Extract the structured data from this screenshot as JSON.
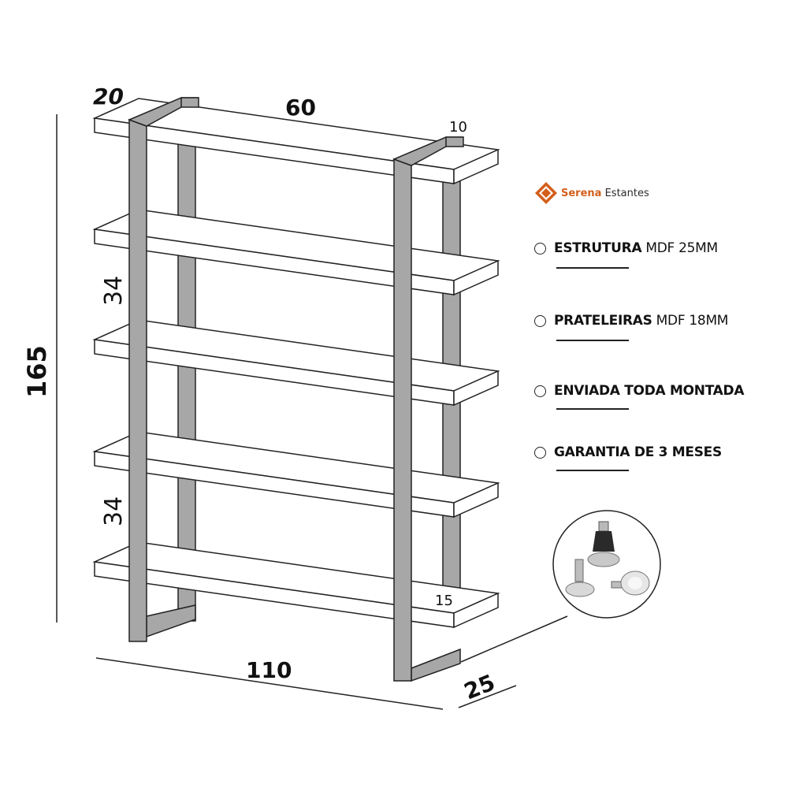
{
  "dimensions": {
    "depth_top": "20",
    "width_top": "60",
    "upright_top": "10",
    "height_total": "165",
    "shelf_gap_upper": "34",
    "shelf_gap_lower": "34",
    "bottom_shelf_detail": "15",
    "width_bottom": "110",
    "depth_bottom": "25"
  },
  "brand": {
    "name_bold": "Serena",
    "name_regular": "Estantes",
    "accent_color": "#d35f1b",
    "icon": "serena-logo-icon"
  },
  "features": [
    {
      "bold": "ESTRUTURA",
      "regular": " MDF 25MM"
    },
    {
      "bold": "PRATELEIRAS",
      "regular": " MDF 18MM"
    },
    {
      "bold": "ENVIADA TODA MONTADA",
      "regular": ""
    },
    {
      "bold": "GARANTIA DE 3 MESES",
      "regular": ""
    }
  ],
  "colors": {
    "frame": "#a7a7a7",
    "outline": "#222222",
    "shelf": "#ffffff"
  },
  "inset": {
    "icon": "leveling-feet-icon"
  }
}
